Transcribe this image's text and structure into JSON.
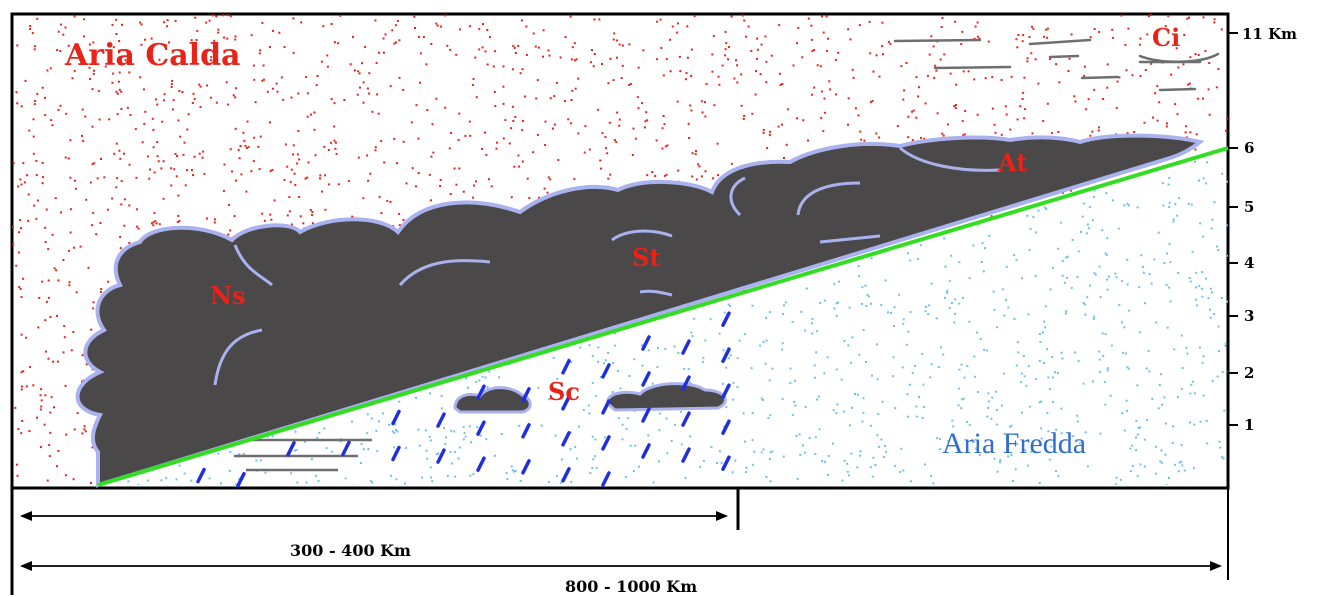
{
  "labels": {
    "warm_air": "Aria Calda",
    "cold_air": "Aria Fredda",
    "cirrus": "Ci",
    "altostratus": "At",
    "stratus": "St",
    "nimbostratus": "Ns",
    "stratocumulus": "Sc"
  },
  "height_axis": {
    "unit_label": "11 Km",
    "ticks": [
      "6",
      "5",
      "4",
      "3",
      "2",
      "1"
    ]
  },
  "dimensions": {
    "short": "300 - 400 Km",
    "long": "800 - 1000 Km"
  },
  "colors": {
    "warm_dots": "#e8231a",
    "cold_dots": "#6cc0ec",
    "cloud": "#4a4848",
    "cloud_edge": "#a9b2ee",
    "front": "#33dd22",
    "rain": "#1f2fe0"
  }
}
